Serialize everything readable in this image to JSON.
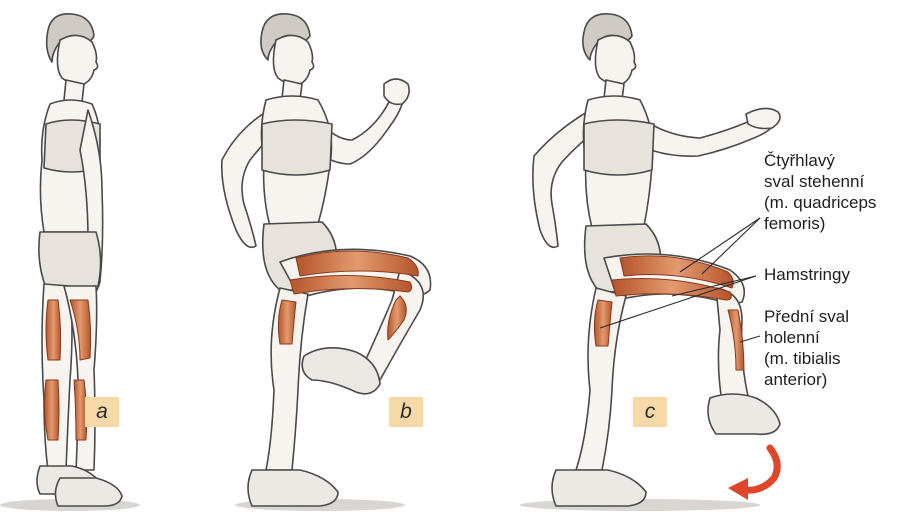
{
  "figures": [
    {
      "id": "a",
      "pose": "standing",
      "label": "a"
    },
    {
      "id": "b",
      "pose": "high-knee-march",
      "label": "b"
    },
    {
      "id": "c",
      "pose": "step-with-leg-extension",
      "label": "c"
    }
  ],
  "annotations": {
    "quadriceps": [
      "Čtyřhlavý",
      "sval stehenní",
      "(m. quadriceps",
      "femoris)"
    ],
    "hamstrings": [
      "Hamstringy"
    ],
    "tibialis": [
      "Přední sval",
      "holenní",
      "(m. tibialis",
      "anterior)"
    ]
  },
  "colors": {
    "muscle": "#c9663a",
    "muscle_light": "#e4a37a",
    "outline": "#4a4a4a",
    "skin": "#f7f4ef",
    "shorts": "#e7e2dc",
    "label_bg": "#f6d9a6",
    "arrow": "#e0472a"
  }
}
